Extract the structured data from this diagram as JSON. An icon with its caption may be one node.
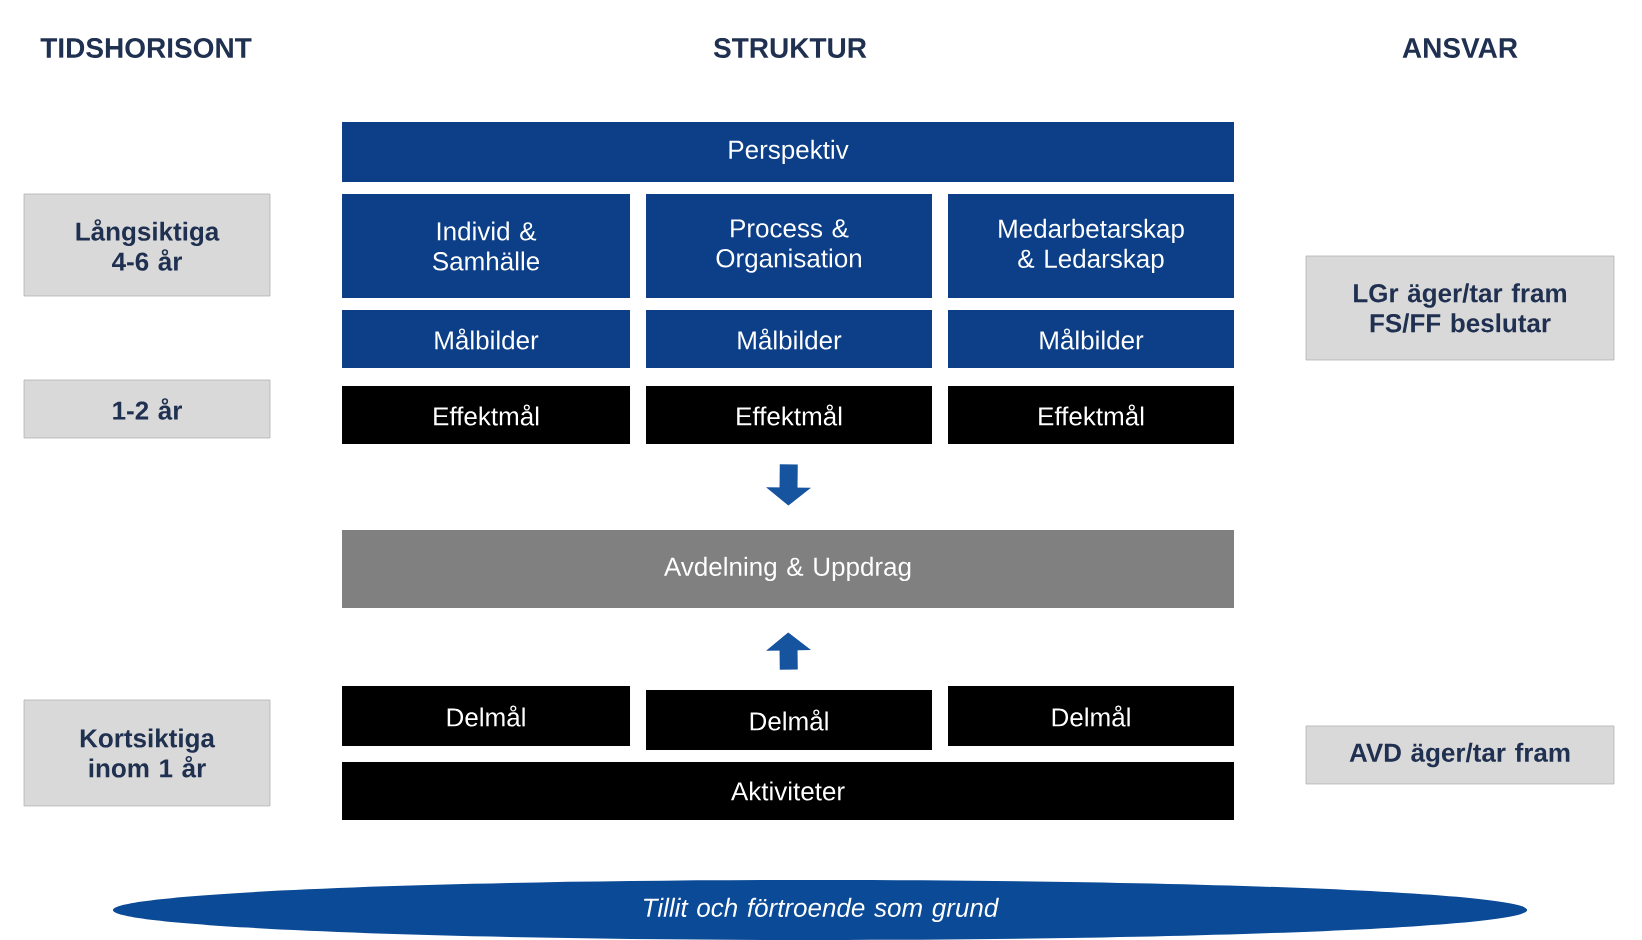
{
  "diagram": {
    "nodes": [
      {
        "text": [
          "Perspektiv"
        ]
      },
      {
        "text": [
          "Långsiktiga 4-6 år"
        ]
      },
      {
        "text": [
          "Individ & Samhälle"
        ]
      },
      {
        "text": [
          "Process & Organisation"
        ]
      },
      {
        "text": [
          "Medarbetarskap & Ledarskap"
        ]
      },
      {
        "text": [
          "LGr äger/tar fram FS/FF beslutar"
        ]
      },
      {
        "text": [
          "Målbilder"
        ]
      },
      {
        "text": [
          "Målbilder"
        ]
      },
      {
        "text": [
          "Målbilder"
        ]
      },
      {
        "text": [
          "1-2 år"
        ]
      },
      {
        "text": [
          "Effektmål"
        ]
      },
      {
        "text": [
          "Effektmål"
        ]
      },
      {
        "text": [
          "Effektmål"
        ]
      },
      {
        "text": [
          "Avdelning & Uppdrag"
        ]
      },
      {
        "text": [
          "Kortsiktiga inom 1 år"
        ]
      },
      {
        "text": [
          "Delmål"
        ]
      },
      {
        "text": [
          "Delmål"
        ]
      },
      {
        "text": [
          "Delmål"
        ]
      },
      {
        "text": [
          "AVD äger/tar fram"
        ]
      },
      {
        "text": [
          "Aktiviteter"
        ]
      },
      {
        "text": [
          "Tillit och förtroende som grund"
        ]
      }
    ],
    "edges": [
      {
        "from": 11,
        "to": 13,
        "arrow": "to"
      },
      {
        "from": 16,
        "to": 13,
        "arrow": "to"
      }
    ],
    "labels": [
      "TIDSHORISONT",
      "STRUKTUR",
      "ANSVAR"
    ]
  }
}
